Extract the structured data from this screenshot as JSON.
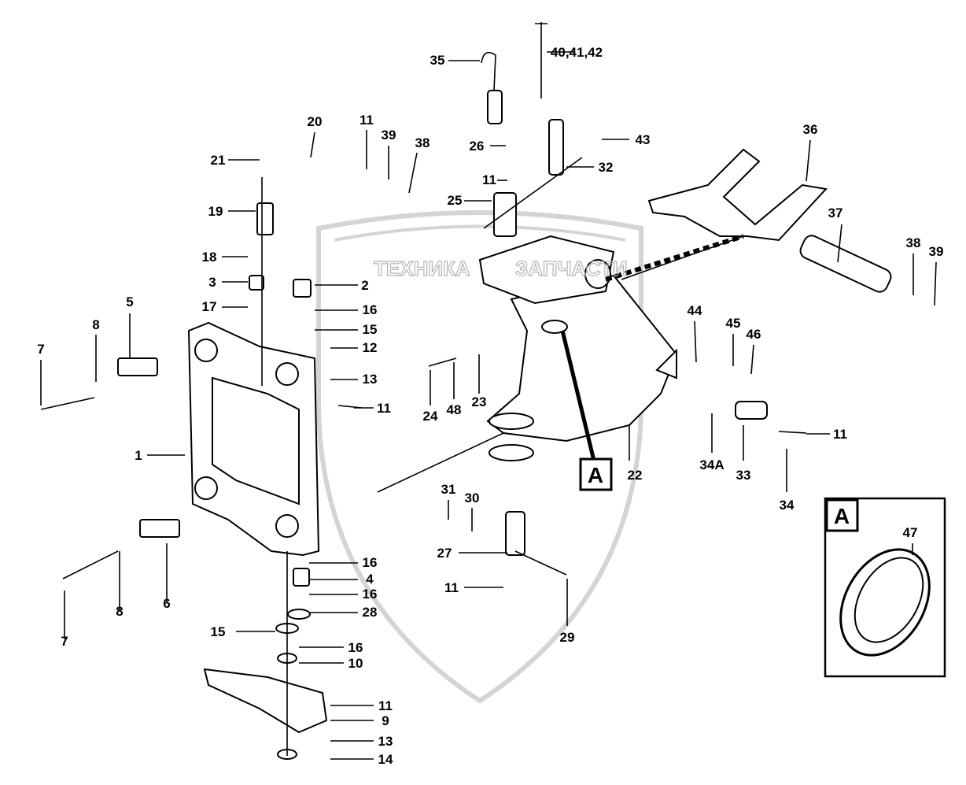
{
  "watermark": {
    "text_left": "ТЕХНИКА",
    "text_right": "ЗАПЧАСТИ"
  },
  "callouts": [
    "35",
    "40,41,42",
    "11",
    "39",
    "38",
    "26",
    "43",
    "36",
    "20",
    "21",
    "11",
    "32",
    "25",
    "19",
    "37",
    "38",
    "39",
    "18",
    "3",
    "2",
    "5",
    "17",
    "16",
    "44",
    "8",
    "45",
    "46",
    "15",
    "12",
    "7",
    "13",
    "24",
    "48",
    "23",
    "11",
    "1",
    "34A",
    "33",
    "22",
    "34",
    "11",
    "31",
    "30",
    "27",
    "11",
    "29",
    "16",
    "4",
    "16",
    "28",
    "15",
    "16",
    "10",
    "11",
    "9",
    "13",
    "14",
    "6",
    "8",
    "7"
  ],
  "detail_marker": "A",
  "inset": {
    "title": "A",
    "part": "47"
  }
}
